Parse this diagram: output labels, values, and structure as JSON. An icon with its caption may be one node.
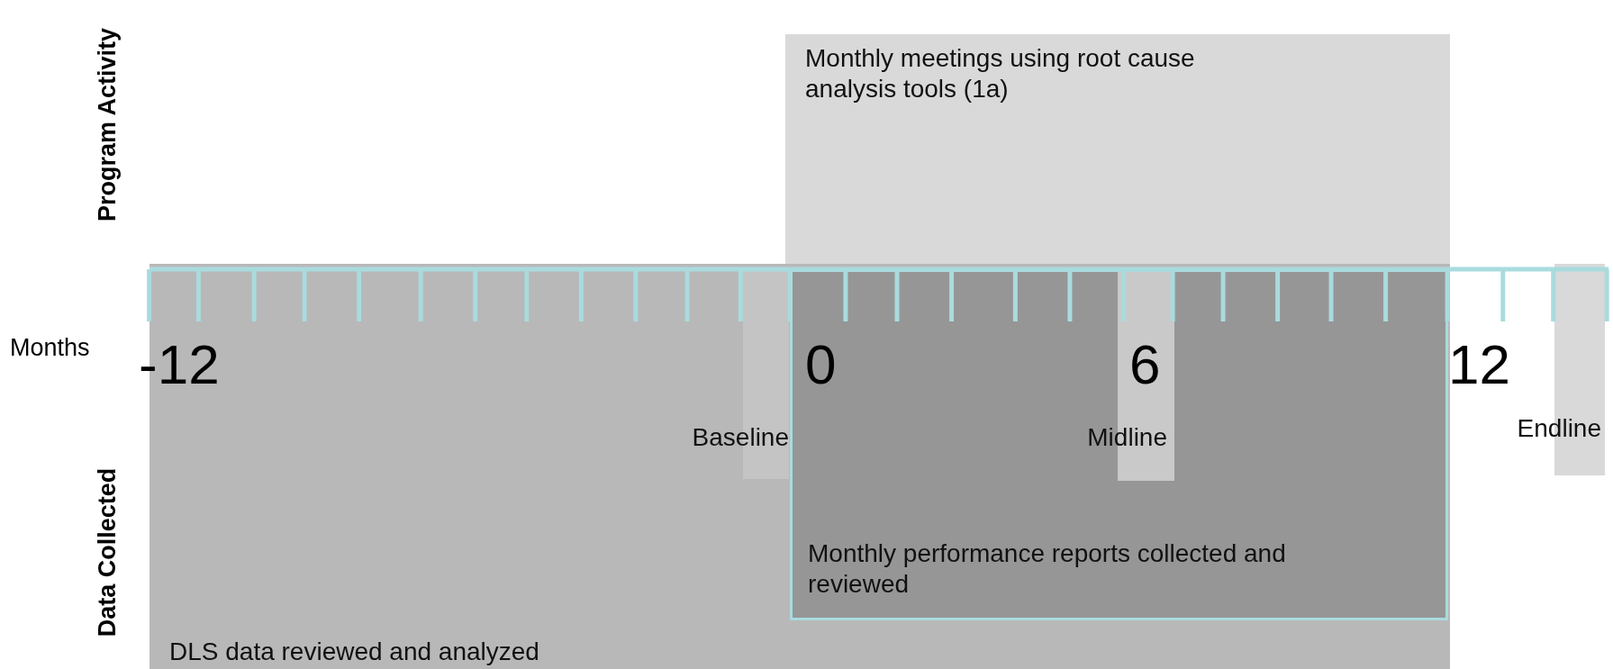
{
  "diagram": {
    "nodes": [
      {
        "text": [
          "Monthly meetings using root cause analysis tools (1a)"
        ]
      },
      {
        "text": [
          "DLS data reviewed and analyzed"
        ]
      },
      {
        "text": [
          "Monthly performance reports collected and reviewed"
        ],
        "in": 1
      },
      {
        "text": [
          "Baseline"
        ],
        "in": 1
      },
      {
        "text": [
          "Midline"
        ],
        "in": 2
      },
      {
        "text": [
          "Endline"
        ]
      }
    ],
    "labels": [
      "Program Activity",
      "Months",
      "-12",
      "0",
      "6",
      "12",
      "Data Collected"
    ]
  }
}
